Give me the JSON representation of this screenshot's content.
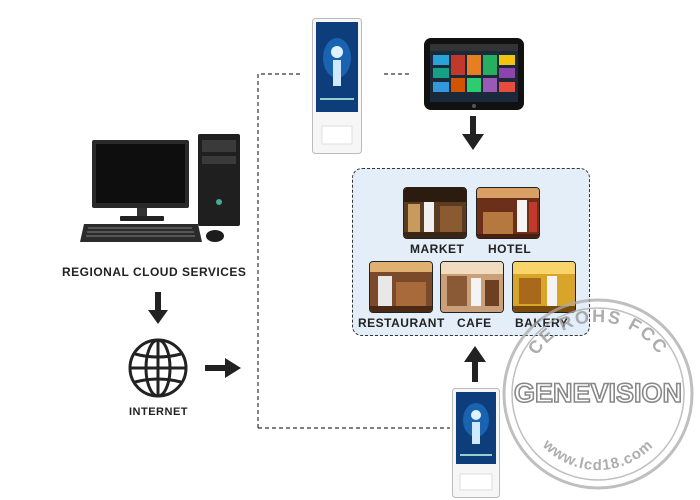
{
  "cloud_label": "REGIONAL CLOUD SERVICES",
  "internet_label": "INTERNET",
  "venues": {
    "market": "MARKET",
    "hotel": "HOTEL",
    "restaurant": "RESTAURANT",
    "cafe": "CAFE",
    "bakery": "BAKERY"
  },
  "watermark": {
    "ring_text": "CE ROHS FCC",
    "brand": "GENEVISION",
    "url": "www.lcd18.com"
  },
  "colors": {
    "venue_bg": "#e3eef8",
    "screen_blue": "#0d3d7a",
    "ink": "#222222"
  },
  "icons": [
    "desktop-computer-icon",
    "globe-icon",
    "arrow-right-icon",
    "arrow-down-icon",
    "arrow-up-icon",
    "tablet-icon",
    "kiosk-display-icon"
  ]
}
